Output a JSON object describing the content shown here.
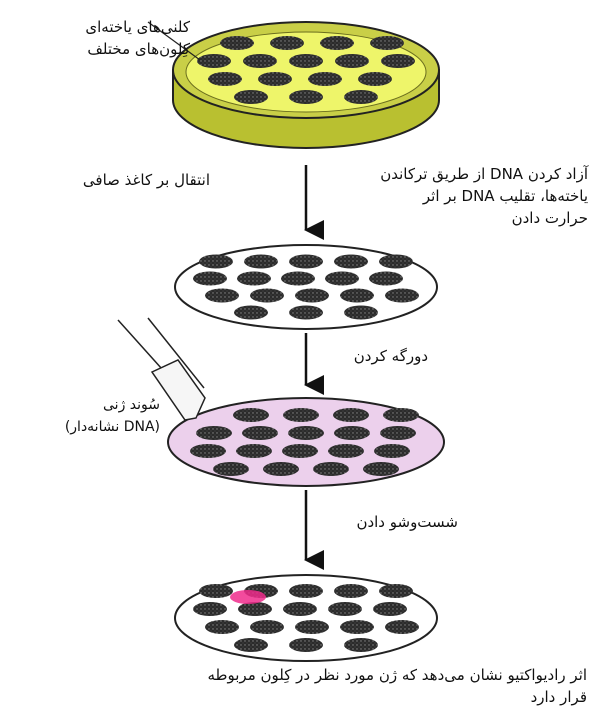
{
  "labels": {
    "colonies": "کلنی‌های یاخته‌ای",
    "colonies_line2": "کِلون‌های مختلف",
    "transfer": "انتقال بر کاغذ صافی",
    "release_line1": "آزاد کردن DNA از طریق ترکاندن",
    "release_line2": "یاخته‌ها، تقلیب DNA بر اثر",
    "release_line3": "حرارت دادن",
    "hybridize": "دورگه کردن",
    "probe_line1": "سُوند ژنی",
    "probe_line2": "(DNA نشانه‌دار)",
    "wash": "شست‌وشو دادن",
    "result_line1": "اثر رادیواکتیو نشان می‌دهد که ژن مورد نظر در کِلون مربوطه",
    "result_line2": "قرار دارد"
  },
  "colors": {
    "dish_rim": "#c9cf47",
    "dish_side": "#b9c030",
    "dish_agar": "#eef56a",
    "hybrid_disc": "#ecd0ec",
    "signal": "#f02c8c",
    "colony": "#2a2a2a"
  }
}
